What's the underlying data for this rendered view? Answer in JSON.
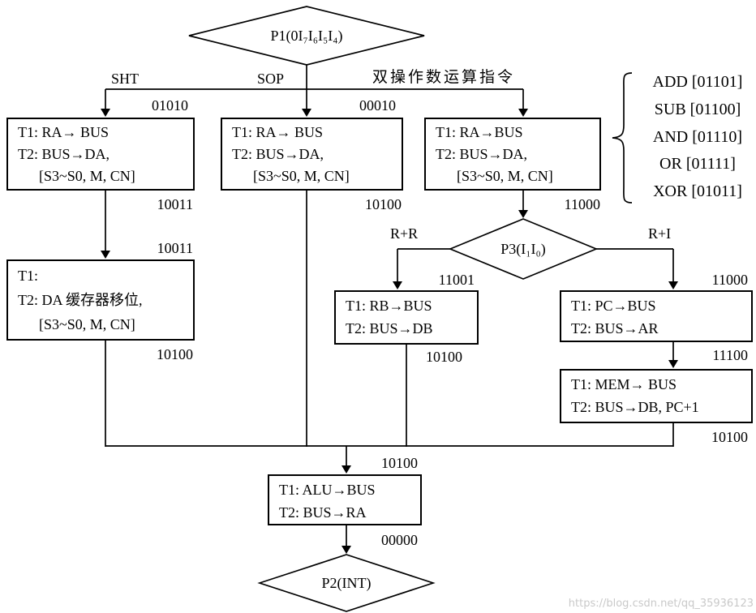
{
  "diamonds": {
    "p1": {
      "label": "P1(0I₇I₆I₅I₄)"
    },
    "p3": {
      "label": "P3(I₁I₀)"
    },
    "p2": {
      "label": "P2(INT)"
    }
  },
  "branches": {
    "sht": "SHT",
    "sop": "SOP",
    "dual": "双操作数运算指令",
    "rr": "R+R",
    "ri": "R+I"
  },
  "boxes": {
    "sht": {
      "top_code": "01010",
      "bottom_code": "10011",
      "lines": [
        "T1: RA→ BUS",
        "T2: BUS→DA,",
        "[S3~S0, M, CN]"
      ]
    },
    "sop": {
      "top_code": "00010",
      "bottom_code": "10100",
      "lines": [
        "T1: RA→ BUS",
        "T2: BUS→DA,",
        "[S3~S0, M, CN]"
      ]
    },
    "dual": {
      "bottom_code": "11000",
      "lines": [
        "T1: RA→BUS",
        "T2: BUS→DA,",
        "[S3~S0, M, CN]"
      ]
    },
    "shift": {
      "top_code": "10011",
      "bottom_code": "10100",
      "lines": [
        "T1:",
        "T2: DA 缓存器移位,",
        "[S3~S0, M, CN]"
      ]
    },
    "rb": {
      "top_code": "11001",
      "bottom_code": "10100",
      "lines": [
        "T1: RB→BUS",
        "T2: BUS→DB"
      ]
    },
    "pc": {
      "top_code": "11000",
      "bottom_code": "11100",
      "lines": [
        "T1: PC→BUS",
        "T2: BUS→AR"
      ]
    },
    "mem": {
      "bottom_code": "10100",
      "lines": [
        "T1: MEM→ BUS",
        "T2: BUS→DB, PC+1"
      ]
    },
    "alu": {
      "top_code": "10100",
      "bottom_code": "00000",
      "lines": [
        "T1: ALU→BUS",
        "T2: BUS→RA"
      ]
    }
  },
  "opcodes": [
    "ADD [01101]",
    "SUB [01100]",
    "AND [01110]",
    "OR [01111]",
    "XOR [01011]"
  ],
  "watermark": "https://blog.csdn.net/qq_35936123",
  "colors": {
    "line": "#000000",
    "background": "#ffffff",
    "watermark": "#c9c9c9"
  }
}
